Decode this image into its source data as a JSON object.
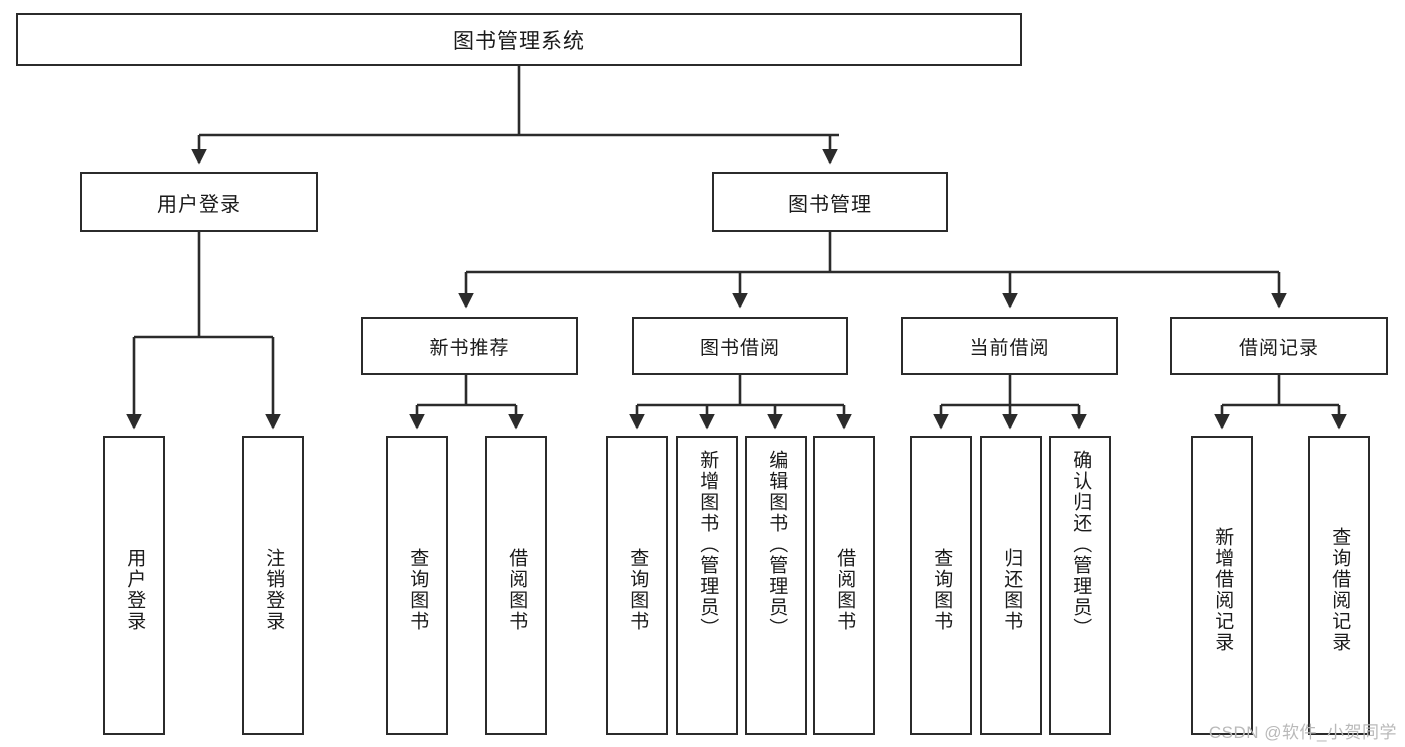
{
  "diagram": {
    "title": "图书管理系统",
    "watermark": "CSDN @软件_小贺同学"
  },
  "root": {
    "label": "图书管理系统"
  },
  "level2": [
    {
      "id": "user-login",
      "label": "用户登录"
    },
    {
      "id": "book-manage",
      "label": "图书管理"
    }
  ],
  "level3": [
    {
      "id": "new-book-recommend",
      "label": "新书推荐"
    },
    {
      "id": "book-borrow",
      "label": "图书借阅"
    },
    {
      "id": "current-borrow",
      "label": "当前借阅"
    },
    {
      "id": "borrow-record",
      "label": "借阅记录"
    }
  ],
  "leaves": {
    "user_login": [
      {
        "id": "leaf-user-login",
        "label": "用户登录"
      },
      {
        "id": "leaf-logout-login",
        "label": "注销登录"
      }
    ],
    "new_book_recommend": [
      {
        "id": "leaf-query-book-1",
        "label": "查询图书"
      },
      {
        "id": "leaf-borrow-book-1",
        "label": "借阅图书"
      }
    ],
    "book_borrow": [
      {
        "id": "leaf-query-book-2",
        "label": "查询图书"
      },
      {
        "id": "leaf-add-book",
        "label": "新增图书（管理员）"
      },
      {
        "id": "leaf-edit-book",
        "label": "编辑图书（管理员）"
      },
      {
        "id": "leaf-borrow-book-2",
        "label": "借阅图书"
      }
    ],
    "current_borrow": [
      {
        "id": "leaf-query-book-3",
        "label": "查询图书"
      },
      {
        "id": "leaf-return-book",
        "label": "归还图书"
      },
      {
        "id": "leaf-confirm-return",
        "label": "确认归还（管理员）"
      }
    ],
    "borrow_record": [
      {
        "id": "leaf-add-borrow-record",
        "label": "新增借阅记录"
      },
      {
        "id": "leaf-query-borrow-record",
        "label": "查询借阅记录"
      }
    ]
  },
  "colors": {
    "stroke": "#2b2b2b",
    "background": "#ffffff",
    "text": "#1a1a1a",
    "watermark": "#b9b9b9"
  }
}
